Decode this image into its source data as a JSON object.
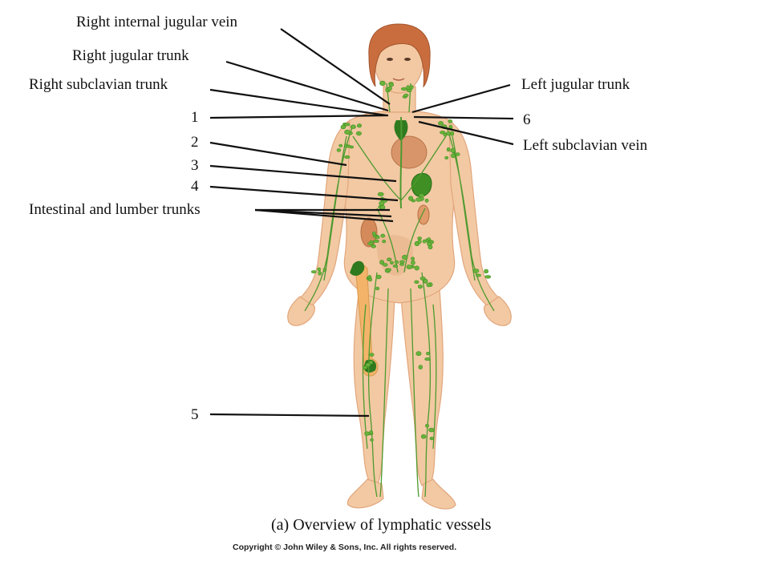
{
  "labels": {
    "right_internal_jugular_vein": "Right internal jugular vein",
    "right_jugular_trunk": "Right jugular trunk",
    "right_subclavian_trunk": "Right subclavian trunk",
    "left_jugular_trunk": "Left jugular trunk",
    "left_subclavian_vein": "Left subclavian vein",
    "intestinal_lumbar": "Intestinal and lumber trunks"
  },
  "numbers": {
    "n1": "1",
    "n2": "2",
    "n3": "3",
    "n4": "4",
    "n5": "5",
    "n6": "6"
  },
  "caption": "(a) Overview of lymphatic vessels",
  "copyright": "Copyright © John Wiley & Sons, Inc. All rights reserved.",
  "colors": {
    "skin": "#f2c9a3",
    "skin_shadow": "#e2a67c",
    "hair": "#c96d3f",
    "lymph": "#4e9a2f",
    "lymph_dark": "#2f7a1e",
    "node": "#6ab23a",
    "organ": "#c98a5a",
    "bone": "#f3b46a",
    "leader": "#111111"
  }
}
